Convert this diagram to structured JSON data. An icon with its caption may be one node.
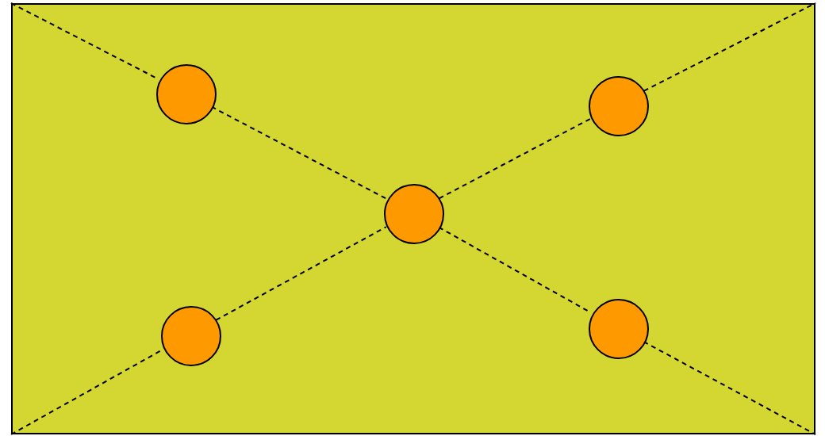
{
  "diagram": {
    "nodes": [
      {
        "text": [],
        "shape": "box"
      },
      {
        "text": [],
        "shape": "circle",
        "in": 0
      },
      {
        "text": [],
        "shape": "circle",
        "in": 0
      },
      {
        "text": [],
        "shape": "circle",
        "in": 0
      },
      {
        "text": [],
        "shape": "circle",
        "in": 0
      },
      {
        "text": [],
        "shape": "circle",
        "in": 0
      }
    ],
    "edges": [
      {
        "from": null,
        "to": 1,
        "arrow": "none",
        "style": "dashed"
      },
      {
        "from": 1,
        "to": 3,
        "arrow": "none",
        "style": "dashed"
      },
      {
        "from": 3,
        "to": 5,
        "arrow": "none",
        "style": "dashed"
      },
      {
        "from": 5,
        "to": null,
        "arrow": "none",
        "style": "dashed"
      },
      {
        "from": null,
        "to": 4,
        "arrow": "none",
        "style": "dashed"
      },
      {
        "from": 4,
        "to": 3,
        "arrow": "none",
        "style": "dashed"
      },
      {
        "from": 3,
        "to": 2,
        "arrow": "none",
        "style": "dashed"
      },
      {
        "from": 2,
        "to": null,
        "arrow": "none",
        "style": "dashed"
      }
    ]
  }
}
